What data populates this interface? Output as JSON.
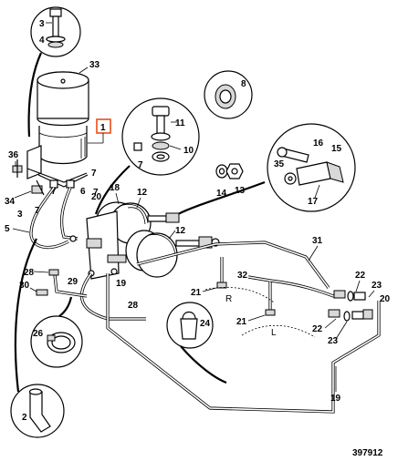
{
  "diagram": {
    "figure_number": "397912",
    "highlight_color": "#e8501a",
    "callouts": {
      "c1": "1",
      "c2": "2",
      "c3": "3",
      "c4": "4",
      "c5": "5",
      "c6": "6",
      "c7": "7",
      "c8": "8",
      "c10": "10",
      "c11": "11",
      "c12": "12",
      "c13": "13",
      "c14": "14",
      "c15": "15",
      "c16": "16",
      "c17": "17",
      "c18": "18",
      "c19": "19",
      "c20": "20",
      "c21": "21",
      "c22": "22",
      "c23": "23",
      "c24": "24",
      "c26": "26",
      "c28": "28",
      "c29": "29",
      "c30": "30",
      "c31": "31",
      "c32": "32",
      "c33": "33",
      "c34": "34",
      "c35": "35",
      "c36": "36"
    },
    "side_labels": {
      "right": "R",
      "left": "L"
    }
  }
}
